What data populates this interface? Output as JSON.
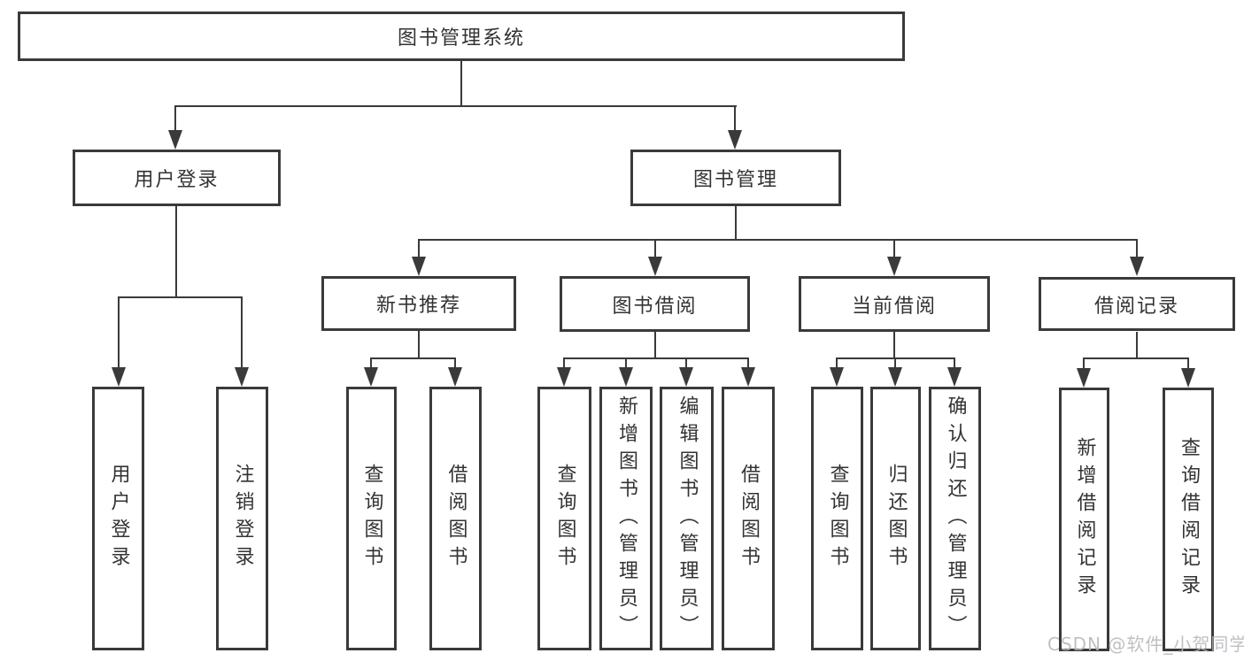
{
  "diagram": {
    "type": "hierarchy-tree",
    "root": {
      "label": "图书管理系统"
    },
    "branches": [
      {
        "label": "用户登录",
        "children": [
          {
            "label": "用户登录"
          },
          {
            "label": "注销登录"
          }
        ]
      },
      {
        "label": "图书管理",
        "children": [
          {
            "label": "新书推荐",
            "children": [
              {
                "label": "查询图书"
              },
              {
                "label": "借阅图书"
              }
            ]
          },
          {
            "label": "图书借阅",
            "children": [
              {
                "label": "查询图书"
              },
              {
                "label": "新增图书（管理员）"
              },
              {
                "label": "编辑图书（管理员）"
              },
              {
                "label": "借阅图书"
              }
            ]
          },
          {
            "label": "当前借阅",
            "children": [
              {
                "label": "查询图书"
              },
              {
                "label": "归还图书"
              },
              {
                "label": "确认归还（管理员）"
              }
            ]
          },
          {
            "label": "借阅记录",
            "children": [
              {
                "label": "新增借阅记录"
              },
              {
                "label": "查询借阅记录"
              }
            ]
          }
        ]
      }
    ]
  },
  "watermark": {
    "text": "CSDN @软件_小贺同学"
  },
  "colors": {
    "line": "#3a3a3a",
    "text": "#333333",
    "background": "#ffffff",
    "watermark": "#b4b6ba"
  }
}
